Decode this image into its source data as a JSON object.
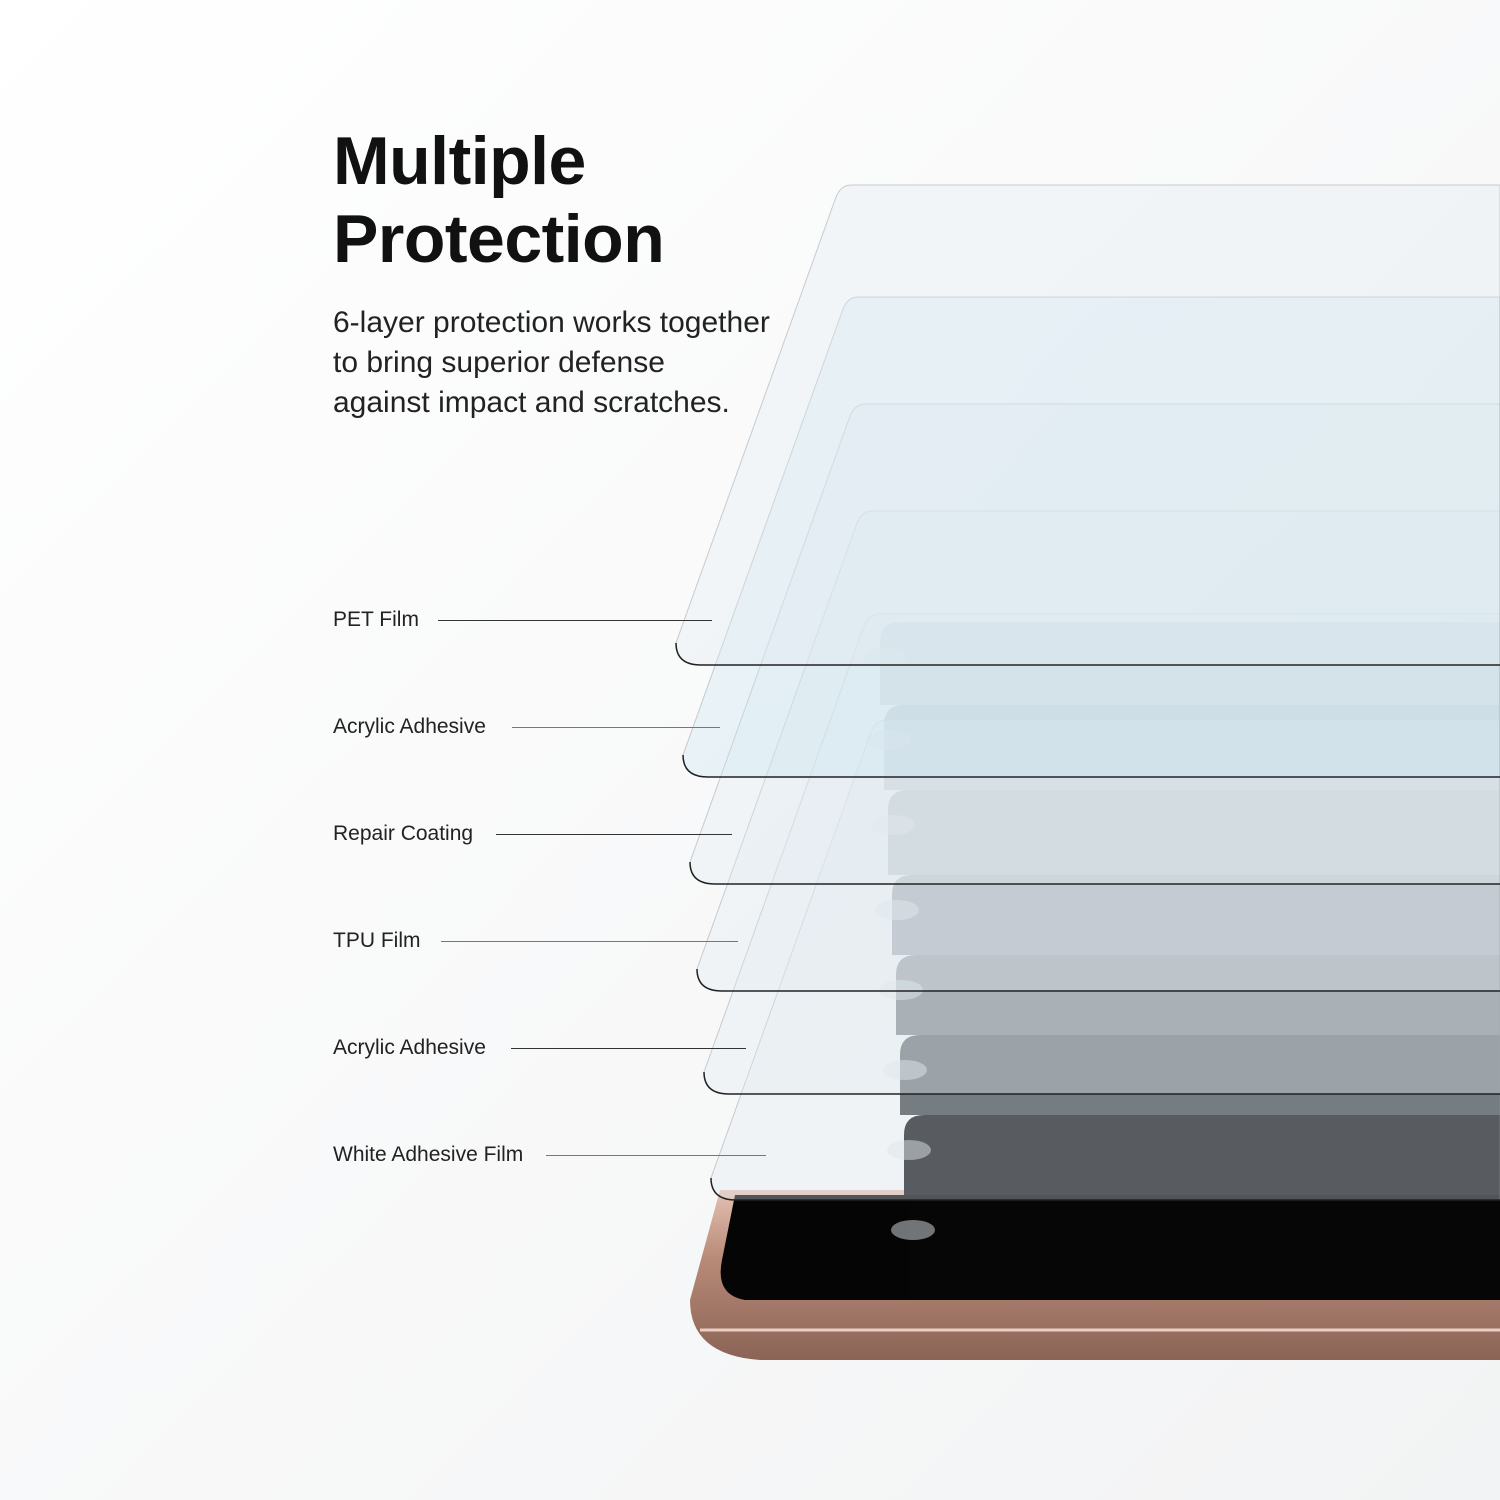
{
  "heading": {
    "line1": "Multiple",
    "line2": "Protection"
  },
  "description": {
    "line1": "6-layer protection works together",
    "line2": "to bring superior defense",
    "line3": "against impact and scratches."
  },
  "layers": [
    {
      "label": "PET Film"
    },
    {
      "label": "Acrylic Adhesive"
    },
    {
      "label": "Repair Coating"
    },
    {
      "label": "TPU Film"
    },
    {
      "label": "Acrylic Adhesive"
    },
    {
      "label": "White Adhesive Film"
    }
  ],
  "colors": {
    "frame": "#b98a78",
    "screen": "#050505"
  }
}
